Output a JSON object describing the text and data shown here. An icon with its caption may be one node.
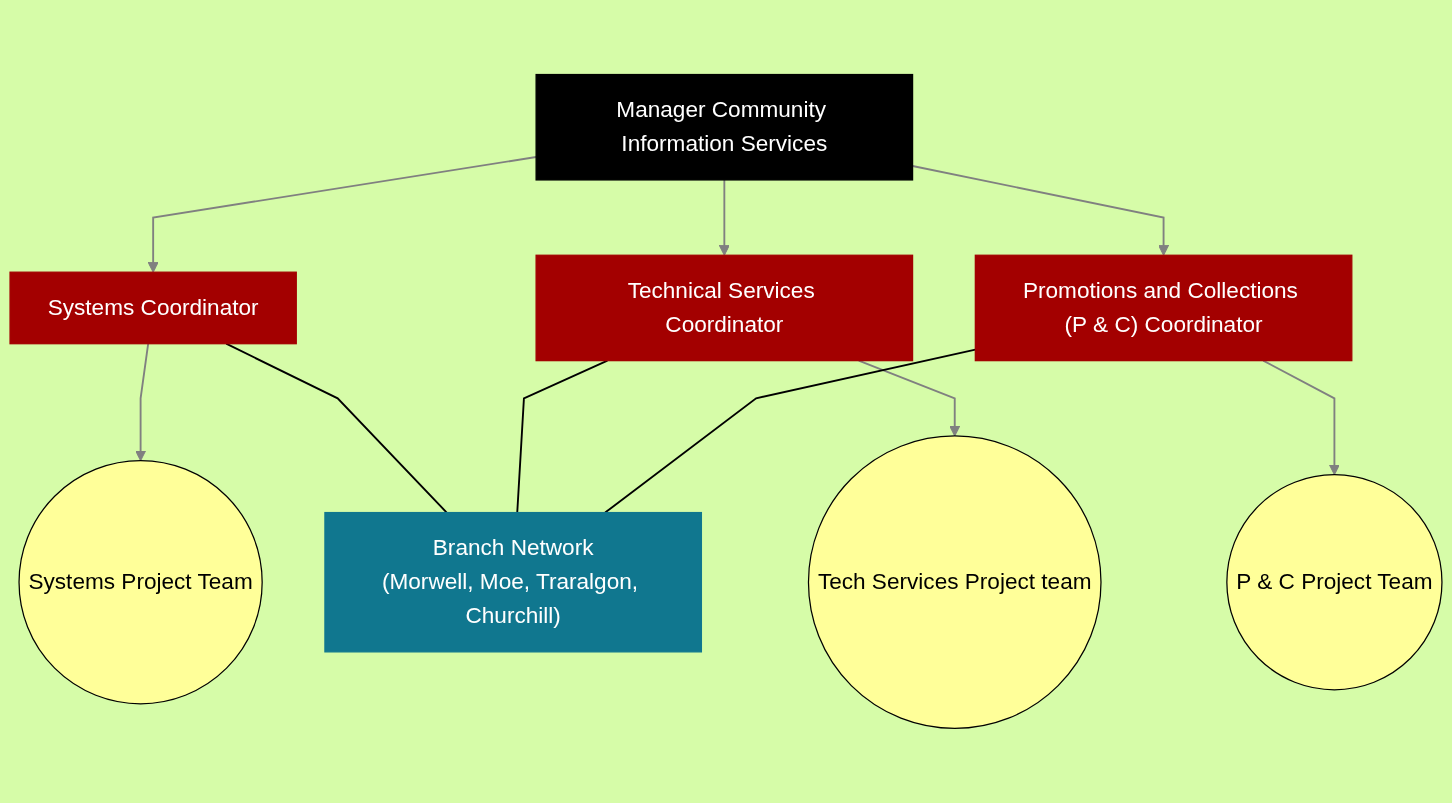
{
  "diagram": {
    "nodes": [
      {
        "text": [
          "Manager Community Information Services"
        ]
      },
      {
        "text": [
          "Systems Coordinator"
        ]
      },
      {
        "text": [
          "Technical Services Coordinator"
        ]
      },
      {
        "text": [
          "Promotions and Collections (P & C) Coordinator"
        ]
      },
      {
        "text": [
          "Systems Project Team"
        ]
      },
      {
        "text": [
          "Tech Services Project team"
        ]
      },
      {
        "text": [
          "P & C Project Team"
        ]
      },
      {
        "text": [
          "Branch Network",
          "(Morwell, Moe, Traralgon, Churchill)"
        ]
      }
    ],
    "edges": [
      {
        "from": 0,
        "to": 1,
        "arrow": "to"
      },
      {
        "from": 0,
        "to": 2,
        "arrow": "to"
      },
      {
        "from": 0,
        "to": 3,
        "arrow": "to"
      },
      {
        "from": 1,
        "to": 4,
        "arrow": "to"
      },
      {
        "from": 2,
        "to": 5,
        "arrow": "to"
      },
      {
        "from": 3,
        "to": 6,
        "arrow": "to"
      },
      {
        "from": 1,
        "to": 7,
        "arrow": "none",
        "color": "#000000"
      },
      {
        "from": 2,
        "to": 7,
        "arrow": "none",
        "color": "#000000"
      },
      {
        "from": 3,
        "to": 7,
        "arrow": "none",
        "color": "#000000"
      }
    ]
  }
}
